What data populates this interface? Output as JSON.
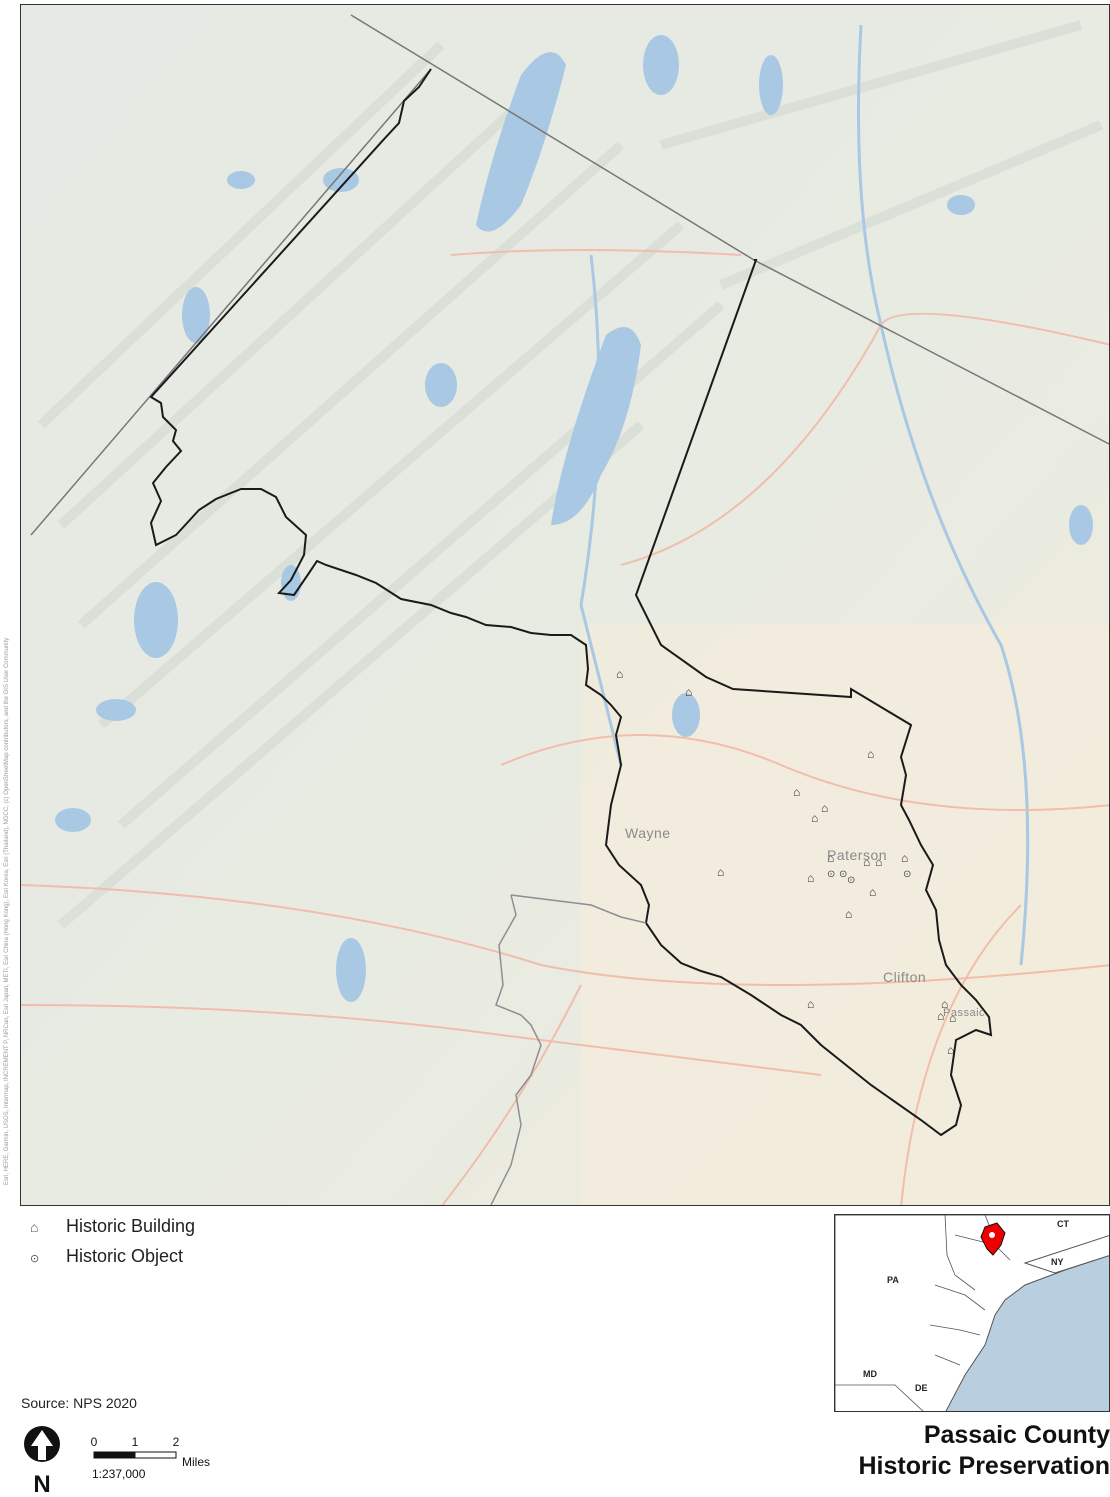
{
  "map": {
    "places": {
      "wayne": "Wayne",
      "paterson": "Paterson",
      "clifton": "Clifton",
      "passaic": "Passaic"
    },
    "credit": "Esri, HERE, Garmin, USGS, Intermap, INCREMENT P, NRCan, Esri Japan, METI, Esri China (Hong Kong), Esri Korea, Esri (Thailand), NGCC, (c) OpenStreetMap contributors, and the GIS User Community"
  },
  "legend": {
    "building": {
      "label": "Historic Building",
      "icon": "house-outline-icon"
    },
    "object": {
      "label": "Historic Object",
      "icon": "circle-dot-icon"
    }
  },
  "source": "Source: NPS 2020",
  "north": "N",
  "scale": {
    "ticks": [
      "0",
      "1",
      "2"
    ],
    "unit": "Miles",
    "ratio": "1:237,000"
  },
  "inset": {
    "labels": {
      "ct": "CT",
      "ny": "NY",
      "pa": "PA",
      "md": "MD",
      "de": "DE"
    },
    "highlight_color": "#ee0000"
  },
  "title": {
    "line1": "Passaic County",
    "line2": "Historic Preservation"
  },
  "colors": {
    "water": "#a9c8e4",
    "boundary": "#1a1a1a",
    "state_line": "#777777",
    "roads": "#f2b8a6"
  }
}
